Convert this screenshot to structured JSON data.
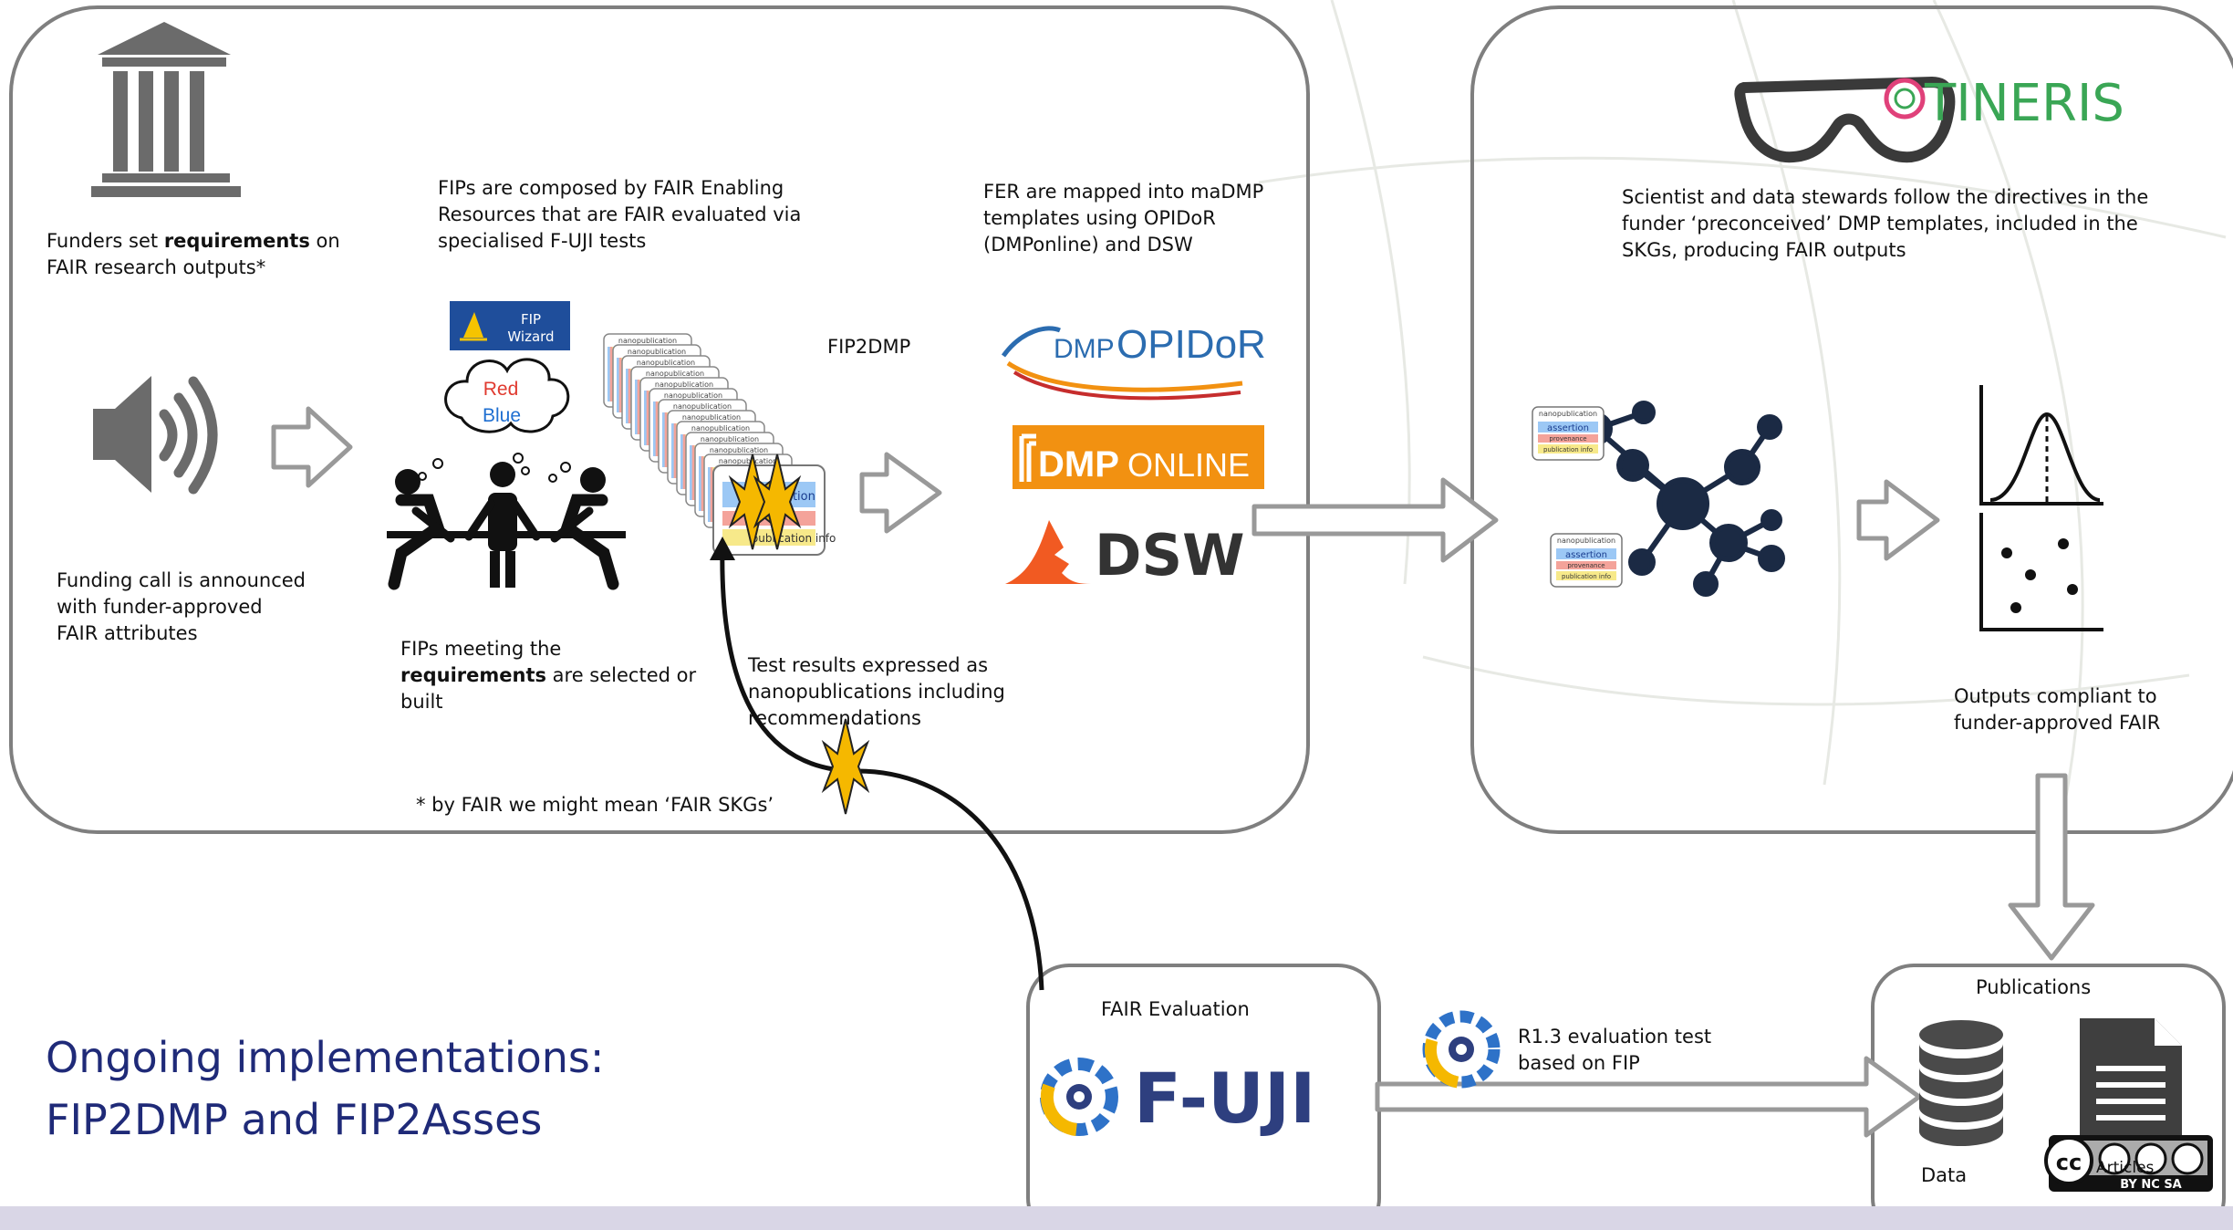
{
  "funders": {
    "text_before": "Funders set ",
    "text_bold": "requirements",
    "text_after": " on FAIR research outputs*"
  },
  "fips_composed": "FIPs are composed by FAIR Enabling Resources that are FAIR evaluated via specialised F-UJI tests",
  "fer_mapped": "FER are mapped into maDMP templates using OPIDoR (DMPonline) and DSW",
  "fip2dmp_label": "FIP2DMP",
  "fip_wizard": {
    "line1": "FIP",
    "line2": "Wizard"
  },
  "cloud": {
    "red": "Red",
    "blue": "Blue"
  },
  "funding_call": "Funding call is announced with funder-approved FAIR attributes",
  "fips_meeting": {
    "text_before": "FIPs meeting the ",
    "text_bold": "requirements",
    "text_after": " are selected or built"
  },
  "test_results": "Test results expressed as nanopublications including recommendations",
  "fair_footnote": "* by FAIR we might mean ‘FAIR SKGs’",
  "scientists_text": "Scientist and data stewards follow the directives in the funder ‘preconceived’ DMP templates, included in the SKGs, producing FAIR outputs",
  "outputs_compliant": "Outputs compliant to funder-approved FAIR",
  "fair_evaluation": "FAIR Evaluation",
  "r13_test": "R1.3 evaluation test based on FIP",
  "publications": "Publications",
  "data_label": "Data",
  "articles_label": "Articles",
  "headline": {
    "line1": "Ongoing implementations:",
    "line2": "FIP2DMP and FIP2Asses"
  },
  "logos": {
    "dmp_small": "DMP",
    "opidor": "OPIDoR",
    "dmponline_bold": "DMP",
    "dmponline_rest": "ONLINE",
    "dsw": "DSW",
    "fuji": "F-UJI",
    "itineris": "TINERIS",
    "cc": "cc",
    "cc_tags": "BY  NC  SA"
  },
  "nanopub": {
    "header": "nanopublication",
    "assertion": "assertion",
    "provenance": "provenance",
    "pubinfo": "publication info"
  },
  "colors": {
    "box_stroke": "#7f7f7f",
    "fip_wizard_bg": "#1f4e9b",
    "opidor_blue": "#2b6cb0",
    "dmponline_orange": "#f29111",
    "dsw_orange": "#f15a22",
    "fuji_navy": "#2e3f7f",
    "itineris_green": "#3aa655",
    "headline_navy": "#1f2a78",
    "star_yellow": "#f5b800",
    "node_navy": "#1b2a44"
  }
}
